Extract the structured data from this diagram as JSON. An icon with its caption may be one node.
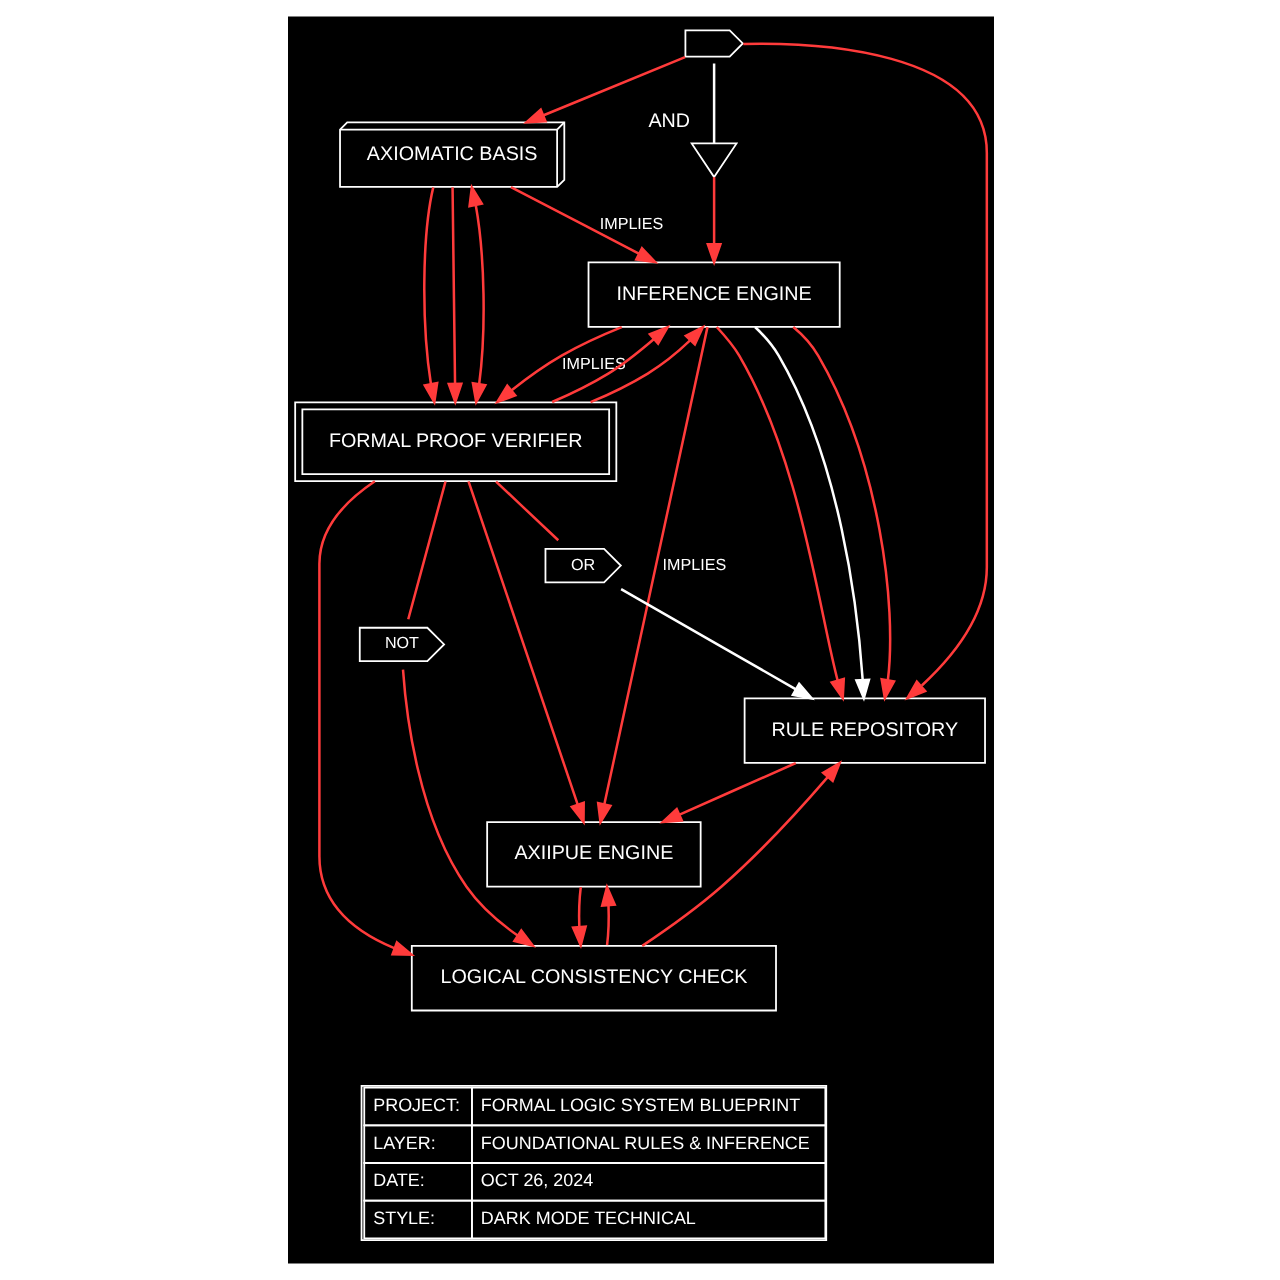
{
  "diagram": {
    "nodes": [
      {
        "text": [
          "AXIOMATIC BASIS"
        ]
      },
      {
        "text": [
          "INFERENCE ENGINE"
        ]
      },
      {
        "text": [
          "RULE REPOSITORY"
        ]
      },
      {
        "text": [
          "AXIIPUE ENGINE"
        ]
      },
      {
        "text": [
          "FORMAL PROOF VERIFIER"
        ]
      },
      {
        "text": [
          "LOGICAL CONSISTENCY CHECK"
        ]
      },
      {
        "text": [],
        "shape": "gate"
      },
      {
        "text": [],
        "shape": "triangle",
        "beside": [
          "AND"
        ]
      },
      {
        "text": [
          "OR"
        ]
      },
      {
        "text": [
          "NOT"
        ]
      }
    ],
    "edges": [
      {
        "from": 0,
        "to": 1,
        "arrow": "to",
        "label": "IMPLIES"
      },
      {
        "from": 1,
        "to": 4,
        "arrow": "to",
        "label": "IMPLIES"
      },
      {
        "from": 1,
        "to": 3,
        "arrow": "to",
        "label": "IMPLIES"
      },
      {
        "from": 2,
        "to": 3,
        "arrow": "to"
      },
      {
        "from": 3,
        "to": 5,
        "arrow": "to"
      },
      {
        "from": 5,
        "to": 3,
        "arrow": "to"
      },
      {
        "from": 5,
        "to": 2,
        "arrow": "to"
      },
      {
        "from": 0,
        "to": 4,
        "arrow": "to"
      },
      {
        "from": 0,
        "to": 4,
        "arrow": "to"
      },
      {
        "from": 0,
        "to": 4,
        "arrow": "both"
      },
      {
        "from": 4,
        "to": 1,
        "arrow": "to"
      },
      {
        "from": 4,
        "to": 1,
        "arrow": "to"
      },
      {
        "from": 1,
        "to": 2,
        "arrow": "to"
      },
      {
        "from": 6,
        "to": 0,
        "arrow": "to"
      },
      {
        "from": 6,
        "to": 2,
        "arrow": "to"
      },
      {
        "from": 6,
        "to": 7,
        "arrow": "none",
        "color": "#ffffff"
      },
      {
        "from": 7,
        "to": 1,
        "arrow": "to"
      },
      {
        "from": 1,
        "to": 2,
        "arrow": "to",
        "color": "#ffffff"
      },
      {
        "from": 1,
        "to": 2,
        "arrow": "to"
      },
      {
        "from": 8,
        "to": 2,
        "arrow": "to",
        "color": "#ffffff"
      },
      {
        "from": 4,
        "to": 8,
        "arrow": "none"
      },
      {
        "from": 4,
        "to": 9,
        "arrow": "none"
      },
      {
        "from": 9,
        "to": 5,
        "arrow": "to"
      },
      {
        "from": 4,
        "to": 3,
        "arrow": "to"
      },
      {
        "from": 4,
        "to": 5,
        "arrow": "to"
      }
    ],
    "labels": [
      "PROJECT:",
      "FORMAL LOGIC SYSTEM BLUEPRINT",
      "LAYER:",
      "FOUNDATIONAL RULES & INFERENCE",
      "DATE:",
      "OCT 26, 2024",
      "STYLE:",
      "DARK MODE TECHNICAL"
    ]
  }
}
